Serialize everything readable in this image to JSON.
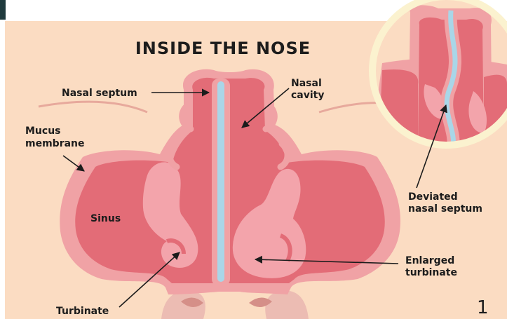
{
  "diagram": {
    "title": "INSIDE THE NOSE",
    "labels": {
      "nasal_septum": "Nasal septum",
      "nasal_cavity": [
        "Nasal",
        "cavity"
      ],
      "mucus_membrane": [
        "Mucus",
        "membrane"
      ],
      "sinus": "Sinus",
      "turbinate": "Turbinate",
      "enlarged_turbinate": [
        "Enlarged",
        "turbinate"
      ],
      "deviated_nasal_septum": [
        "Deviated",
        "nasal septum"
      ]
    },
    "page_number": "1"
  },
  "colors": {
    "background": "#fbdcc2",
    "outer_tissue": "#f0a2a5",
    "inner_tissue": "#e36c77",
    "turbinate": "#f3a4ab",
    "septum": "#a9d6e8",
    "inset_ring": "#fbf2cf",
    "text": "#1c1c1c"
  }
}
